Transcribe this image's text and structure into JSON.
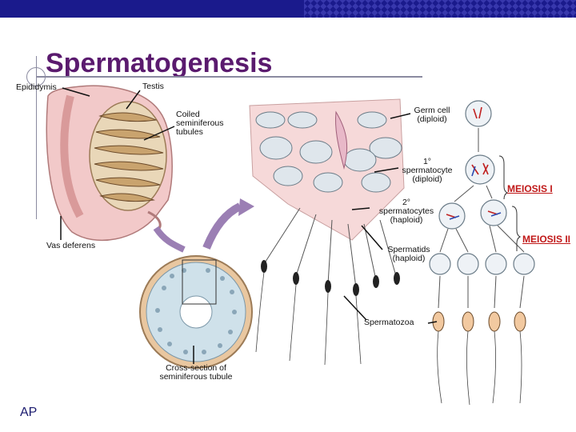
{
  "title": "Spermatogenesis",
  "labels": {
    "epididymis": "Epididymis",
    "testis": "Testis",
    "coiled_tubules": "Coiled\nseminiferous\ntubules",
    "vas_deferens": "Vas deferens",
    "cross_section": "Cross-section of\nseminiferous tubule",
    "germ_cell": "Germ cell\n(diploid)",
    "primary_spermatocyte": "1°\nspermatocyte\n(diploid)",
    "secondary_spermatocytes": "2°\nspermatocytes\n(haploid)",
    "spermatids": "Spermatids\n(haploid)",
    "spermatozoa": "Spermatozoa",
    "meiosis_1": "MEIOSIS I",
    "meiosis_2": "MEIOSIS II"
  },
  "footer": {
    "ap": "AP"
  },
  "colors": {
    "title": "#5a1a6e",
    "meiosis": "#c01818",
    "header_bar": "#1a1a8c"
  }
}
